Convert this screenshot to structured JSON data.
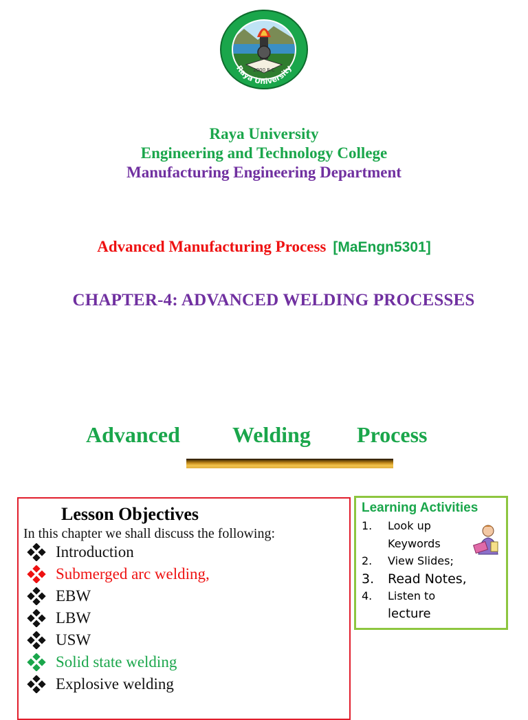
{
  "header": {
    "university": "Raya University",
    "college": "Engineering and Technology College",
    "department": "Manufacturing Engineering Department"
  },
  "course": {
    "name": "Advanced Manufacturing Process",
    "code": "[MaEngn5301]"
  },
  "chapter": "CHAPTER-4: ADVANCED WELDING PROCESSES",
  "section_title": [
    "Advanced",
    "Welding",
    "Process"
  ],
  "lesson_objectives": {
    "title": "Lesson Objectives",
    "intro": "In this chapter we shall discuss the following:",
    "items": [
      {
        "text": "Introduction",
        "color": "#111111"
      },
      {
        "text": "Submerged arc welding,",
        "color": "#ee1111"
      },
      {
        "text": "EBW",
        "color": "#111111"
      },
      {
        "text": "LBW",
        "color": "#111111"
      },
      {
        "text": "USW",
        "color": "#111111"
      },
      {
        "text": "Solid state welding",
        "color": "#1aa64b"
      },
      {
        "text": "Explosive welding",
        "color": "#111111"
      }
    ]
  },
  "learning_activities": {
    "title": "Learning Activities",
    "items": [
      {
        "num": "1.",
        "lines": [
          "Look up",
          "Keywords"
        ]
      },
      {
        "num": "2.",
        "lines": [
          "View Slides;"
        ]
      },
      {
        "num": "3.",
        "lines": [
          "Read Notes,"
        ]
      },
      {
        "num": "4.",
        "lines": [
          "Listen to",
          "lecture"
        ]
      }
    ]
  },
  "logo_text": {
    "arc_bottom": "Raya University",
    "year": "2000 E.C"
  },
  "colors": {
    "green": "#1aa64b",
    "purple": "#7030a0",
    "red": "#ee1111",
    "box_red": "#e11d2b",
    "box_green": "#8dc63f"
  }
}
